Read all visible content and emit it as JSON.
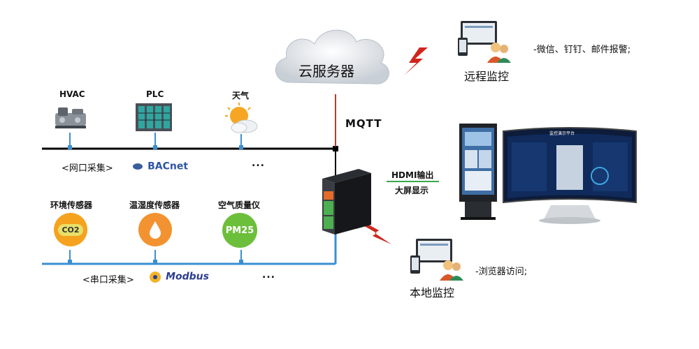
{
  "cloud": {
    "label": "云服务器",
    "icon": "cloud-icon"
  },
  "mqtt_label": "MQTT",
  "ethernet": {
    "devices": [
      {
        "label": "HVAC",
        "icon": "hvac-chiller-icon"
      },
      {
        "label": "PLC",
        "icon": "plc-cabinet-icon"
      },
      {
        "label": "天气",
        "icon": "weather-sun-cloud-icon"
      }
    ],
    "caption": "<网口采集>",
    "protocol_logo": "BACnet",
    "more": "..."
  },
  "serial": {
    "devices": [
      {
        "label": "环境传感器",
        "badge": "CO2",
        "icon": "co2-sensor-icon",
        "color": "#f5a21f"
      },
      {
        "label": "温湿度传感器",
        "icon": "humidity-sensor-icon",
        "color": "#f39230"
      },
      {
        "label": "空气质量仪",
        "badge": "PM25",
        "icon": "pm25-sensor-icon",
        "color": "#6cbf3a"
      }
    ],
    "caption": "<串口采集>",
    "protocol_logo": "Modbus",
    "more": "..."
  },
  "hdmi": {
    "line1": "HDMI输出",
    "line2": "大屏显示"
  },
  "remote": {
    "label": "远程监控",
    "note": "-微信、钉钉、邮件报警;"
  },
  "local": {
    "label": "本地监控",
    "note": "-浏览器访问;"
  },
  "screen": {
    "title": "监控演示平台"
  },
  "colors": {
    "ethernet_line": "#000000",
    "serial_line": "#3a8fd0",
    "mqtt_line": "#c0392b",
    "hdmi_line": "#3aa84a",
    "lightning": "#d0251c"
  }
}
